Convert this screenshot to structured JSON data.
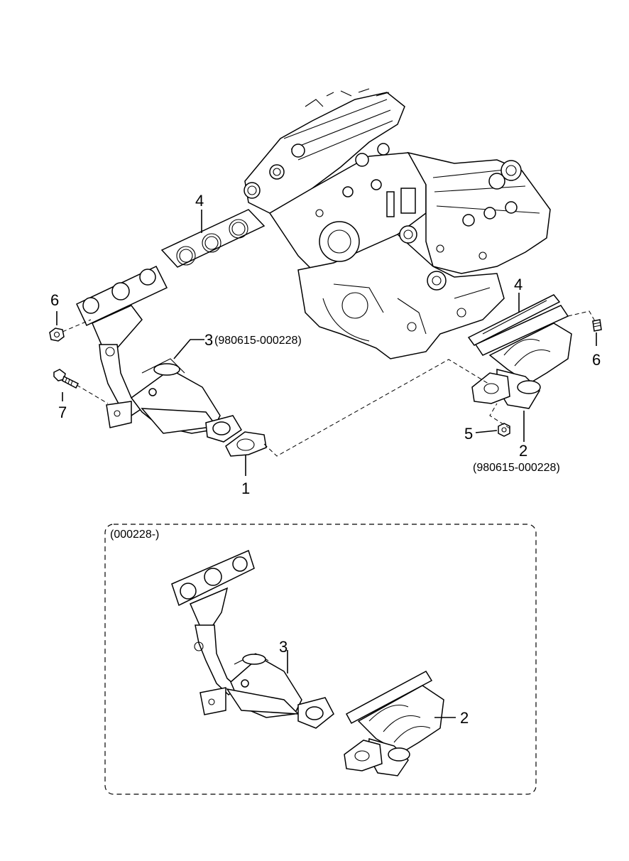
{
  "callouts": {
    "c1": "1",
    "c2": "2",
    "c2_date": "(980615-000228)",
    "c3": "3",
    "c3_date": "(980615-000228)",
    "c4_left": "4",
    "c4_right": "4",
    "c5": "5",
    "c6_left": "6",
    "c6_right": "6",
    "c7": "7"
  },
  "inset": {
    "range_label": "(000228-)",
    "c3": "3",
    "c2": "2"
  }
}
